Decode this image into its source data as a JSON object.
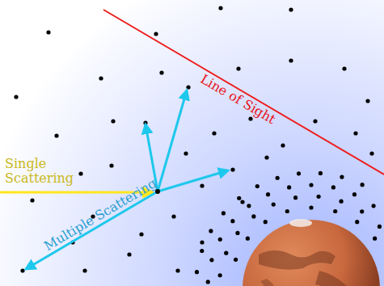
{
  "diagram": {
    "labels": [
      "Line of Sight",
      "Single Scattering",
      "Multiple Scattering"
    ]
  }
}
